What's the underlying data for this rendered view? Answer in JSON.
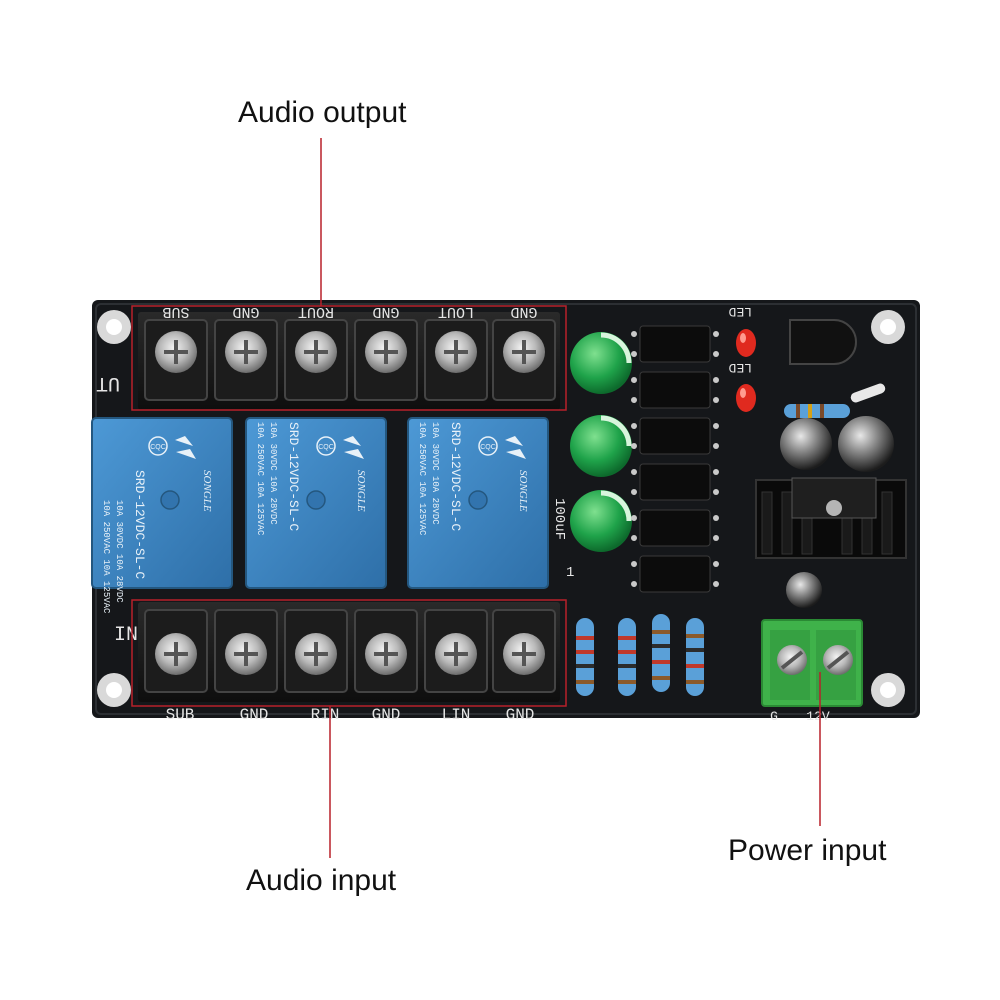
{
  "callouts": {
    "audio_output": "Audio output",
    "audio_input": "Audio input",
    "power_input": "Power input"
  },
  "board": {
    "side_out": "UT",
    "side_in": "IN",
    "top_terminals": [
      "SUB",
      "GND",
      "ROUT",
      "GND",
      "LOUT",
      "GND"
    ],
    "bottom_terminals": [
      "SUB",
      "GND",
      "RIN",
      "GND",
      "LIN",
      "GND"
    ],
    "power_terminals": [
      "G",
      "12V"
    ],
    "led_labels": [
      "LED",
      "LED"
    ],
    "cap_label": "100uF",
    "pin_label": "1",
    "relay_label": {
      "cert": "CQC",
      "rating_1": "10A 250VAC 10A 125VAC",
      "rating_2": "10A  30VDC 10A  28VDC",
      "model": "SRD-12VDC-SL-C",
      "brand": "SONGLE"
    }
  },
  "colors": {
    "pcb": "#15171a",
    "callout_line": "#b8202a",
    "relay": "#3b86c4",
    "capacitor": "#17a34a",
    "terminal_green": "#3fb24a"
  }
}
